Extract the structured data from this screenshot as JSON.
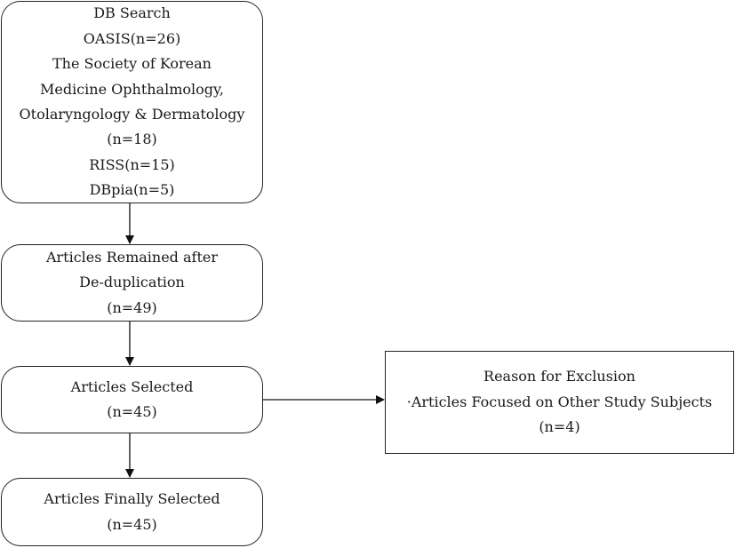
{
  "boxes": {
    "search": {
      "lines": [
        "DB Search",
        "OASIS(n=26)",
        "The Society of Korean",
        "Medicine Ophthalmology,",
        "Otolaryngology & Dermatology",
        "(n=18)",
        "RISS(n=15)",
        "DBpia(n=5)"
      ]
    },
    "dedup": {
      "lines": [
        "Articles Remained after",
        "De-duplication",
        "(n=49)"
      ]
    },
    "selected": {
      "lines": [
        "Articles Selected",
        "(n=45)"
      ]
    },
    "final": {
      "lines": [
        "Articles Finally Selected",
        "(n=45)"
      ]
    },
    "exclusion": {
      "lines": [
        "Reason for Exclusion",
        "·Articles Focused on Other Study Subjects",
        "(n=4)"
      ]
    }
  }
}
